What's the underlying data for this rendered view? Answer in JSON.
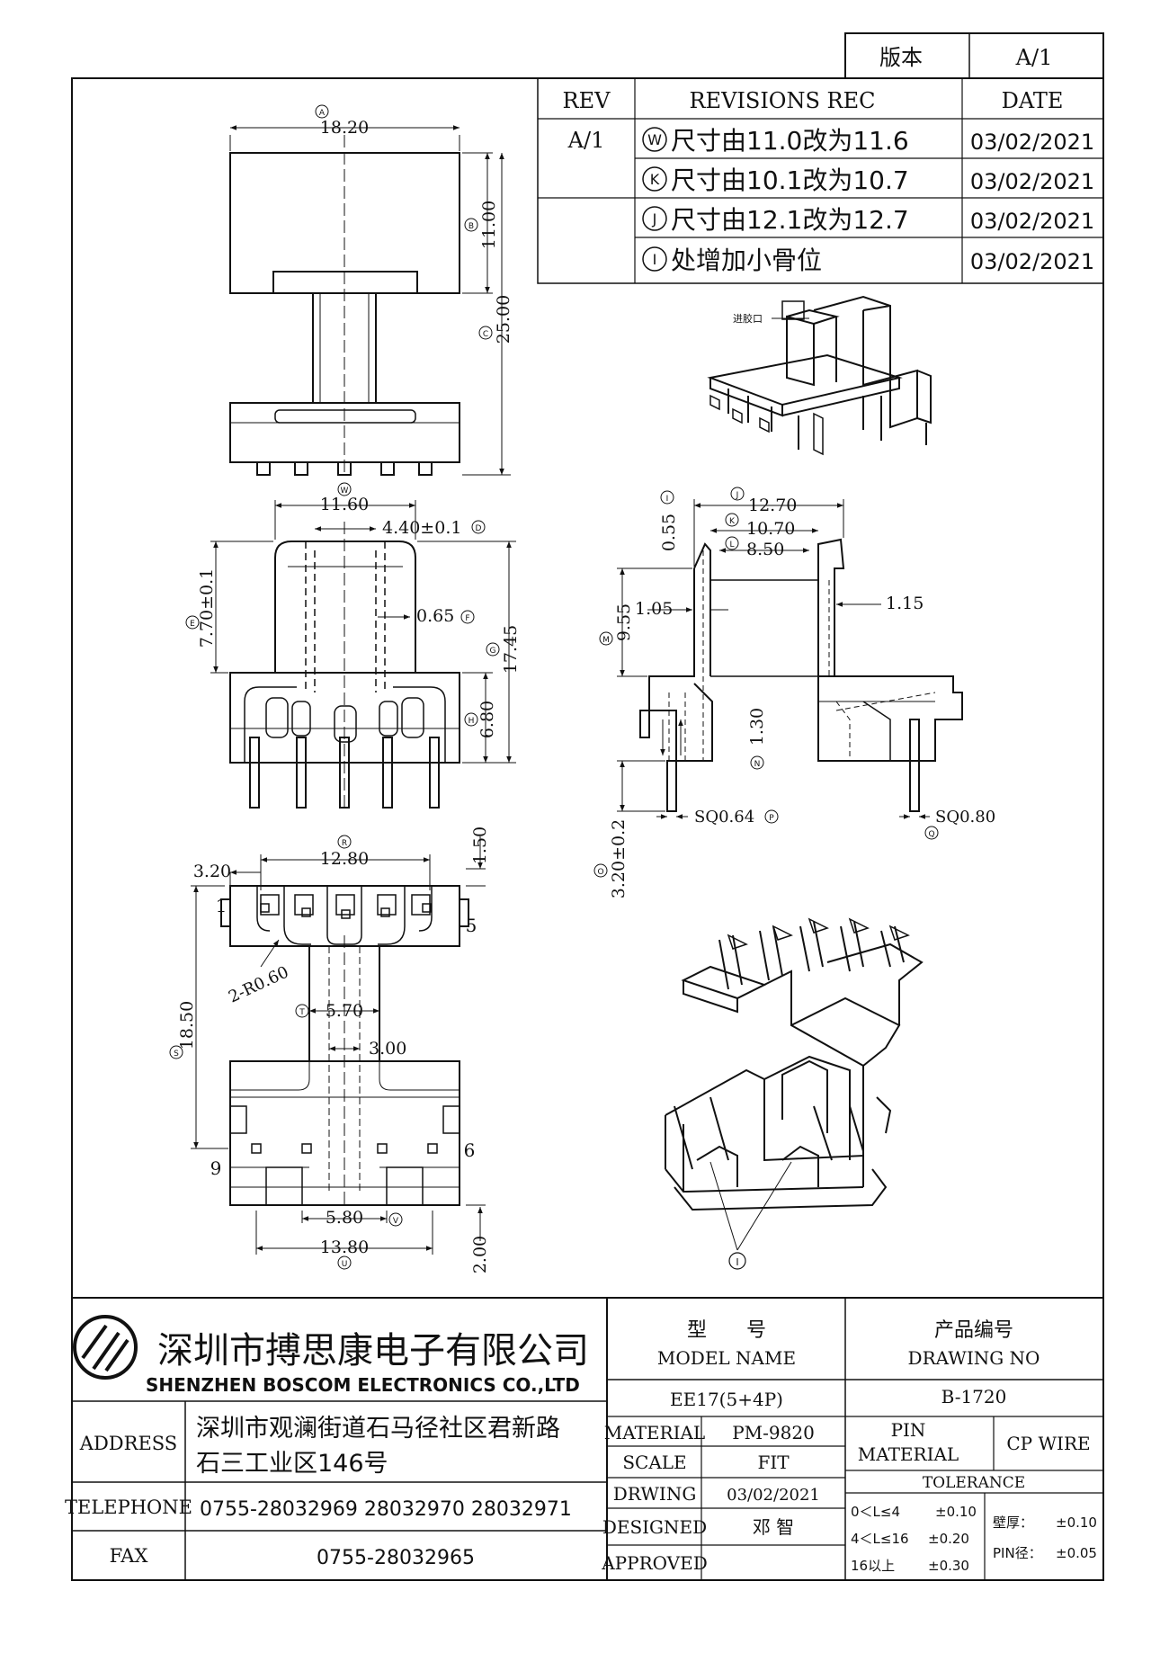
{
  "version_box": {
    "label": "版本",
    "value": "A/1"
  },
  "revisions": {
    "headers": {
      "rev": "REV",
      "rec": "REVISIONS REC",
      "date": "DATE"
    },
    "rev_value": "A/1",
    "rows": [
      {
        "marker": "W",
        "text": "尺寸由11.0改为11.6",
        "date": "03/02/2021"
      },
      {
        "marker": "K",
        "text": "尺寸由10.1改为10.7",
        "date": "03/02/2021"
      },
      {
        "marker": "J",
        "text": "尺寸由12.1改为12.7",
        "date": "03/02/2021"
      },
      {
        "marker": "I",
        "text": "处增加小骨位",
        "date": "03/02/2021"
      }
    ]
  },
  "iso_label": "进胶口",
  "dims": {
    "top_view": {
      "width": "18.20",
      "width_mark": "A",
      "h1": "11.00",
      "h1_mark": "B",
      "h2": "25.00",
      "h2_mark": "C"
    },
    "front_view": {
      "w": "11.60",
      "w_mark": "W",
      "inner": "4.40±0.1",
      "inner_mark": "D",
      "left_h": "7.70±0.1",
      "left_mark": "E",
      "wall": "0.65",
      "wall_mark": "F",
      "h": "17.45",
      "h_mark": "G",
      "base": "6.80",
      "base_mark": "H"
    },
    "side_view": {
      "w1": "12.70",
      "w1_mark": "J",
      "w2": "10.70",
      "w2_mark": "K",
      "w3": "8.50",
      "w3_mark": "L",
      "top": "0.55",
      "top_mark": "I",
      "t_left": "1.05",
      "t_right": "1.15",
      "h": "9.55",
      "h_mark": "M",
      "pin_dia": "1.30",
      "pin_mark": "N",
      "sq_left": "SQ0.64",
      "sq_left_mark": "P",
      "sq_right": "SQ0.80",
      "sq_right_mark": "Q",
      "pin_len": "3.20±0.2",
      "pin_len_mark": "O"
    },
    "bottom_view": {
      "w": "12.80",
      "w_mark": "R",
      "off": "3.20",
      "t": "1.50",
      "r": "2-R0.60",
      "mid": "5.70",
      "mid_mark": "T",
      "slot": "3.00",
      "h": "18.50",
      "h_mark": "S",
      "p1": "5.80",
      "p1_mark": "V",
      "p2": "13.80",
      "p2_mark": "U",
      "b": "2.00",
      "pin1": "1",
      "pin5": "5",
      "pin6": "6",
      "pin9": "9"
    },
    "iso_bottom_mark": "I"
  },
  "company": {
    "name_cn": "深圳市搏思康电子有限公司",
    "name_en": "SHENZHEN BOSCOM ELECTRONICS CO.,LTD"
  },
  "address": {
    "label": "ADDRESS",
    "line1": "深圳市观澜街道石马径社区君新路",
    "line2": "石三工业区146号"
  },
  "telephone": {
    "label": "TELEPHONE",
    "value": "0755-28032969 28032970 28032971"
  },
  "fax": {
    "label": "FAX",
    "value": "0755-28032965"
  },
  "model": {
    "label_cn": "型　　号",
    "label_en": "MODEL NAME",
    "value": "EE17(5+4P)"
  },
  "drawing": {
    "label_cn": "产品编号",
    "label_en": "DRAWING NO",
    "value": "B-1720"
  },
  "material": {
    "label": "MATERIAL",
    "value": "PM-9820"
  },
  "scale": {
    "label": "SCALE",
    "value": "FIT"
  },
  "drwing": {
    "label": "DRWING",
    "value": "03/02/2021"
  },
  "designed": {
    "label": "DESIGNED",
    "value": "邓 智"
  },
  "approved": {
    "label": "APPROVED",
    "value": ""
  },
  "pin_material": {
    "label1": "PIN",
    "label2": "MATERIAL",
    "value": "CP WIRE"
  },
  "tolerance": {
    "label": "TOLERANCE",
    "rows": [
      {
        "range": "0＜L≤4",
        "tol": "±0.10"
      },
      {
        "range": "4＜L≤16",
        "tol": "±0.20"
      },
      {
        "range": "16以上",
        "tol": "±0.30"
      }
    ],
    "wall": {
      "label": "壁厚：",
      "tol": "±0.10"
    },
    "pin": {
      "label": "PIN径：",
      "tol": "±0.05"
    }
  }
}
